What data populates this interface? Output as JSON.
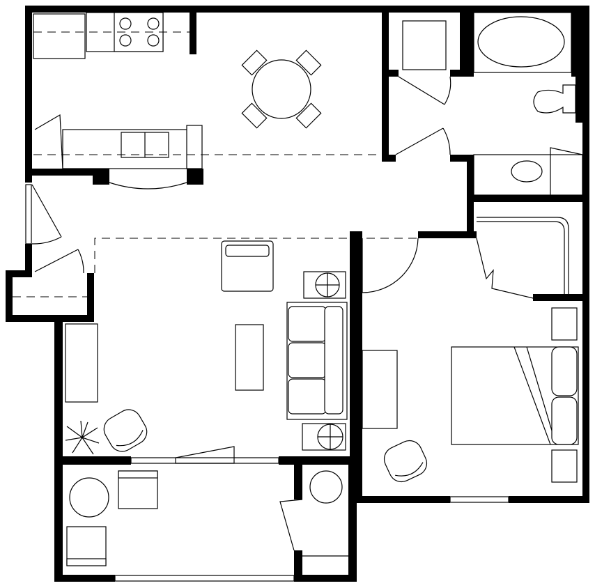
{
  "plan": {
    "colors": {
      "wall": "#000000",
      "background": "#ffffff",
      "line": "#000000"
    },
    "rooms": [
      "kitchen",
      "dining",
      "bathroom",
      "entry",
      "living-room",
      "bedroom",
      "walk-in-closet",
      "patio",
      "storage"
    ]
  }
}
